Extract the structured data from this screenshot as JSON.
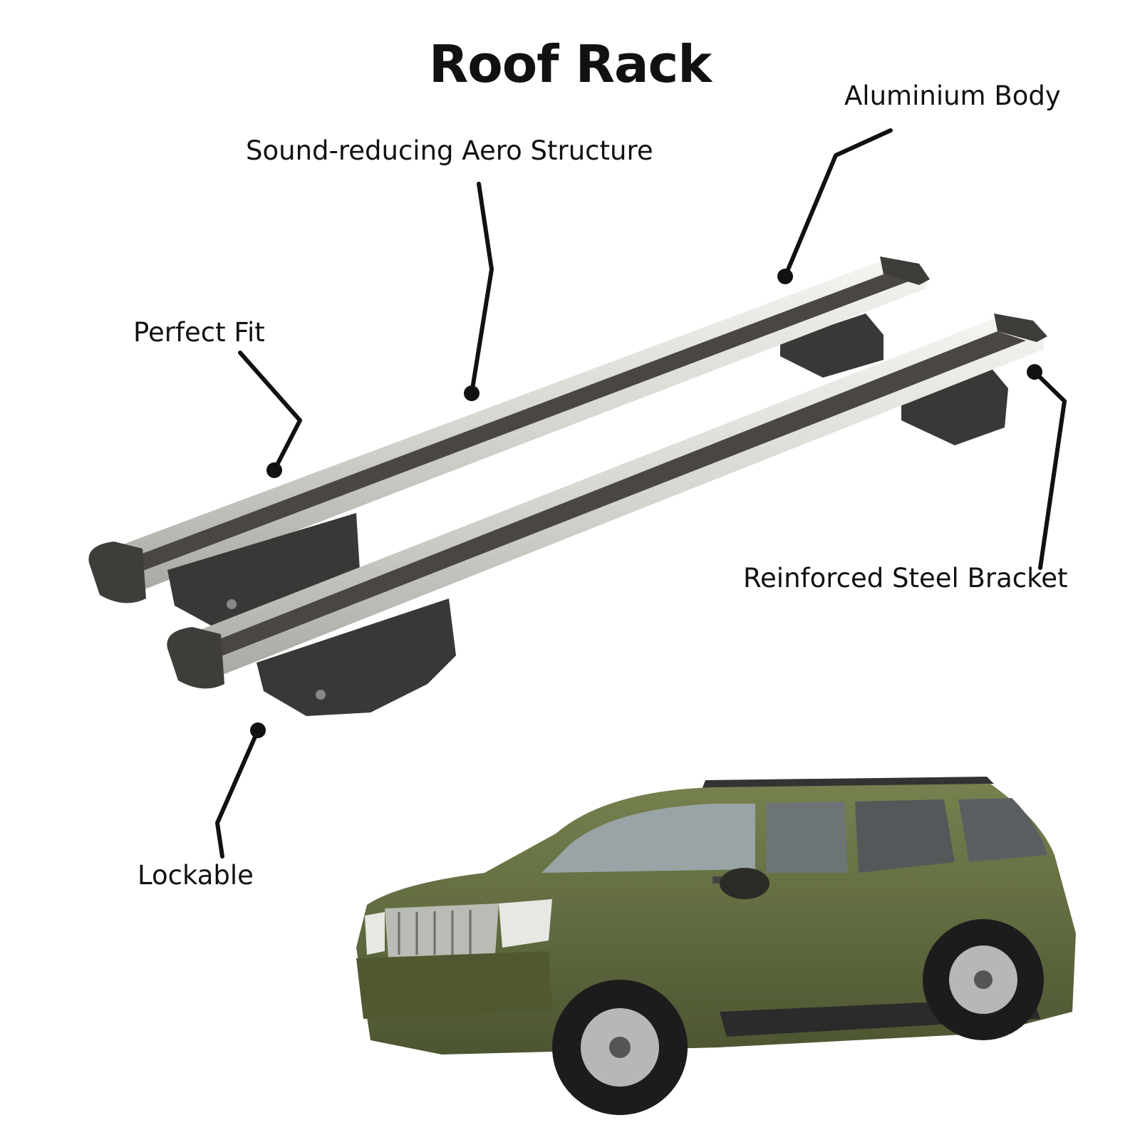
{
  "title": "Roof Rack",
  "callouts": {
    "aluminium_body": "Aluminium Body",
    "aero_structure": "Sound-reducing Aero Structure",
    "perfect_fit": "Perfect Fit",
    "steel_bracket": "Reinforced Steel Bracket",
    "lockable": "Lockable"
  },
  "colors": {
    "bar_silver": "#d9d9d4",
    "bar_rubber": "#4a4743",
    "foot": "#3a3836",
    "car_body": "#5f6a3e",
    "leader": "#111111"
  }
}
